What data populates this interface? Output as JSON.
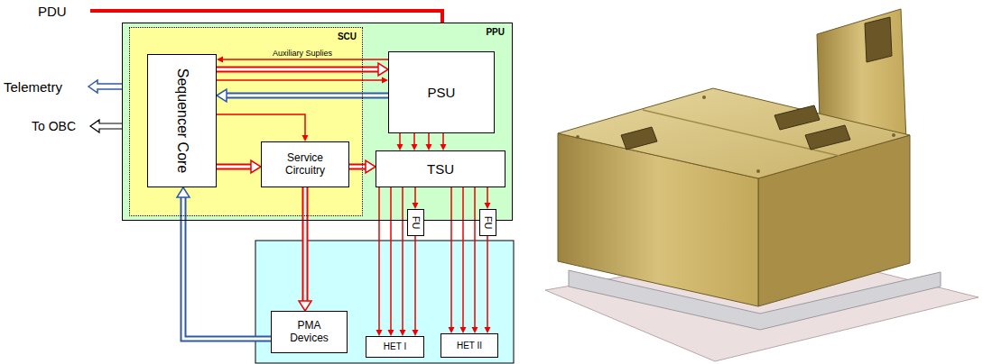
{
  "diagram": {
    "nodes": [
      {
        "text": [
          "PPU"
        ]
      },
      {
        "text": [
          "SCU"
        ],
        "in": 0
      },
      {
        "text": [
          "Sequencer Core"
        ],
        "in": 1
      },
      {
        "text": [
          "Service Circuitry"
        ],
        "in": 1
      },
      {
        "text": [
          "PSU"
        ],
        "in": 0
      },
      {
        "text": [
          "TSU"
        ],
        "in": 0
      },
      {
        "text": [
          "FU"
        ]
      },
      {
        "text": [
          "FU"
        ]
      },
      {
        "text": [
          "PMA Devices"
        ]
      },
      {
        "text": [
          "HET I"
        ]
      },
      {
        "text": [
          "HET II"
        ]
      }
    ],
    "edges": [
      {
        "from": 4,
        "to": 2,
        "label": "Auxiliary Suplies",
        "arrow": "to"
      },
      {
        "from": 2,
        "to": 4,
        "arrow": "to"
      },
      {
        "from": 2,
        "to": 4,
        "arrow": "to"
      },
      {
        "from": 4,
        "to": 2,
        "arrow": "to"
      },
      {
        "from": 2,
        "to": 3,
        "arrow": "to"
      },
      {
        "from": 2,
        "to": 3,
        "arrow": "to"
      },
      {
        "from": 3,
        "to": 5,
        "arrow": "to"
      },
      {
        "from": 4,
        "to": 5,
        "arrow": "to"
      },
      {
        "from": 4,
        "to": 5,
        "arrow": "to"
      },
      {
        "from": 4,
        "to": 5,
        "arrow": "to"
      },
      {
        "from": 4,
        "to": 5,
        "arrow": "to"
      },
      {
        "from": 3,
        "to": 8,
        "arrow": "to"
      },
      {
        "from": 8,
        "to": 2,
        "arrow": "to"
      },
      {
        "from": 5,
        "to": 9,
        "arrow": "to"
      },
      {
        "from": 5,
        "to": 9,
        "arrow": "to"
      },
      {
        "from": 5,
        "to": 9,
        "arrow": "to"
      },
      {
        "from": 5,
        "to": 6,
        "arrow": "to"
      },
      {
        "from": 6,
        "to": 9,
        "arrow": "to"
      },
      {
        "from": 5,
        "to": 10,
        "arrow": "to"
      },
      {
        "from": 5,
        "to": 10,
        "arrow": "to"
      },
      {
        "from": 5,
        "to": 10,
        "arrow": "to"
      },
      {
        "from": 5,
        "to": 7,
        "arrow": "to"
      },
      {
        "from": 7,
        "to": 10,
        "arrow": "to"
      }
    ],
    "labels": [
      "PDU",
      "Telemetry",
      "To OBC"
    ]
  }
}
